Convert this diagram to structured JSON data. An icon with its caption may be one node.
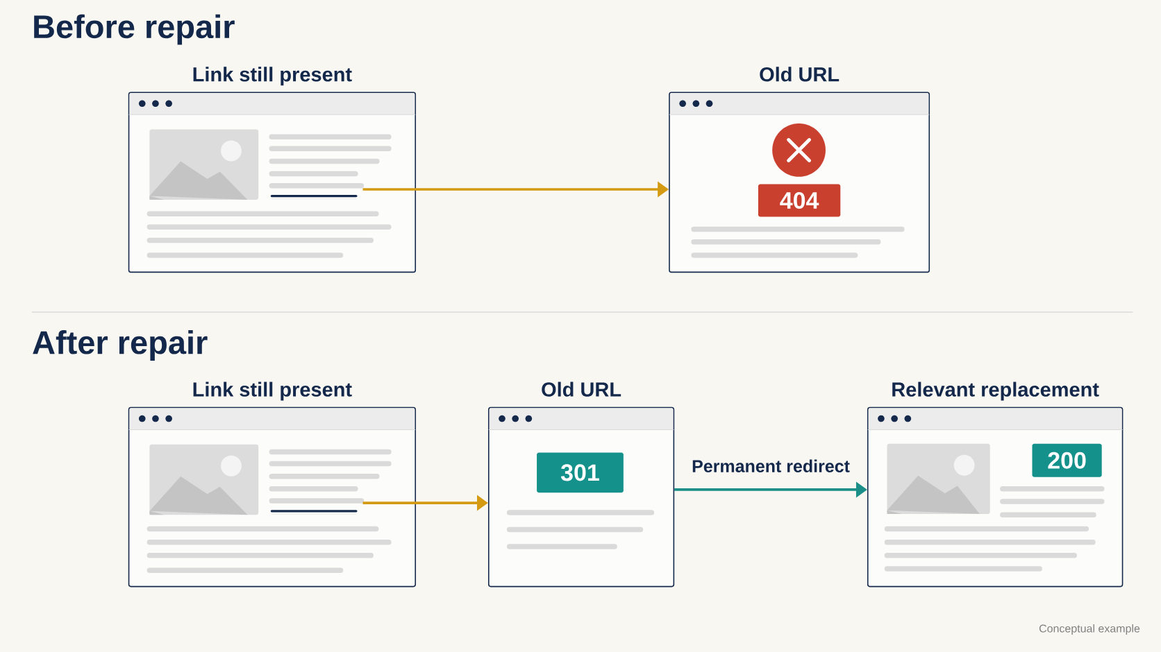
{
  "diagram": {
    "nodes": [
      {
        "text": [
          "Link still present"
        ]
      },
      {
        "text": [
          "Old URL"
        ]
      },
      {
        "text": [
          "404"
        ],
        "in": 1
      },
      {
        "text": [
          "Link still present"
        ]
      },
      {
        "text": [
          "Old URL"
        ]
      },
      {
        "text": [
          "301"
        ],
        "in": 4
      },
      {
        "text": [
          "Relevant replacement"
        ]
      },
      {
        "text": [
          "200"
        ],
        "in": 6
      }
    ],
    "edges": [
      {
        "from": 0,
        "to": 1,
        "arrow": "to"
      },
      {
        "from": 3,
        "to": 4,
        "arrow": "to"
      },
      {
        "from": 4,
        "to": 6,
        "arrow": "to",
        "label": "Permanent redirect",
        "color": "#1b8f87"
      }
    ],
    "labels": [
      "Before repair",
      "After repair",
      "Conceptual example"
    ]
  }
}
